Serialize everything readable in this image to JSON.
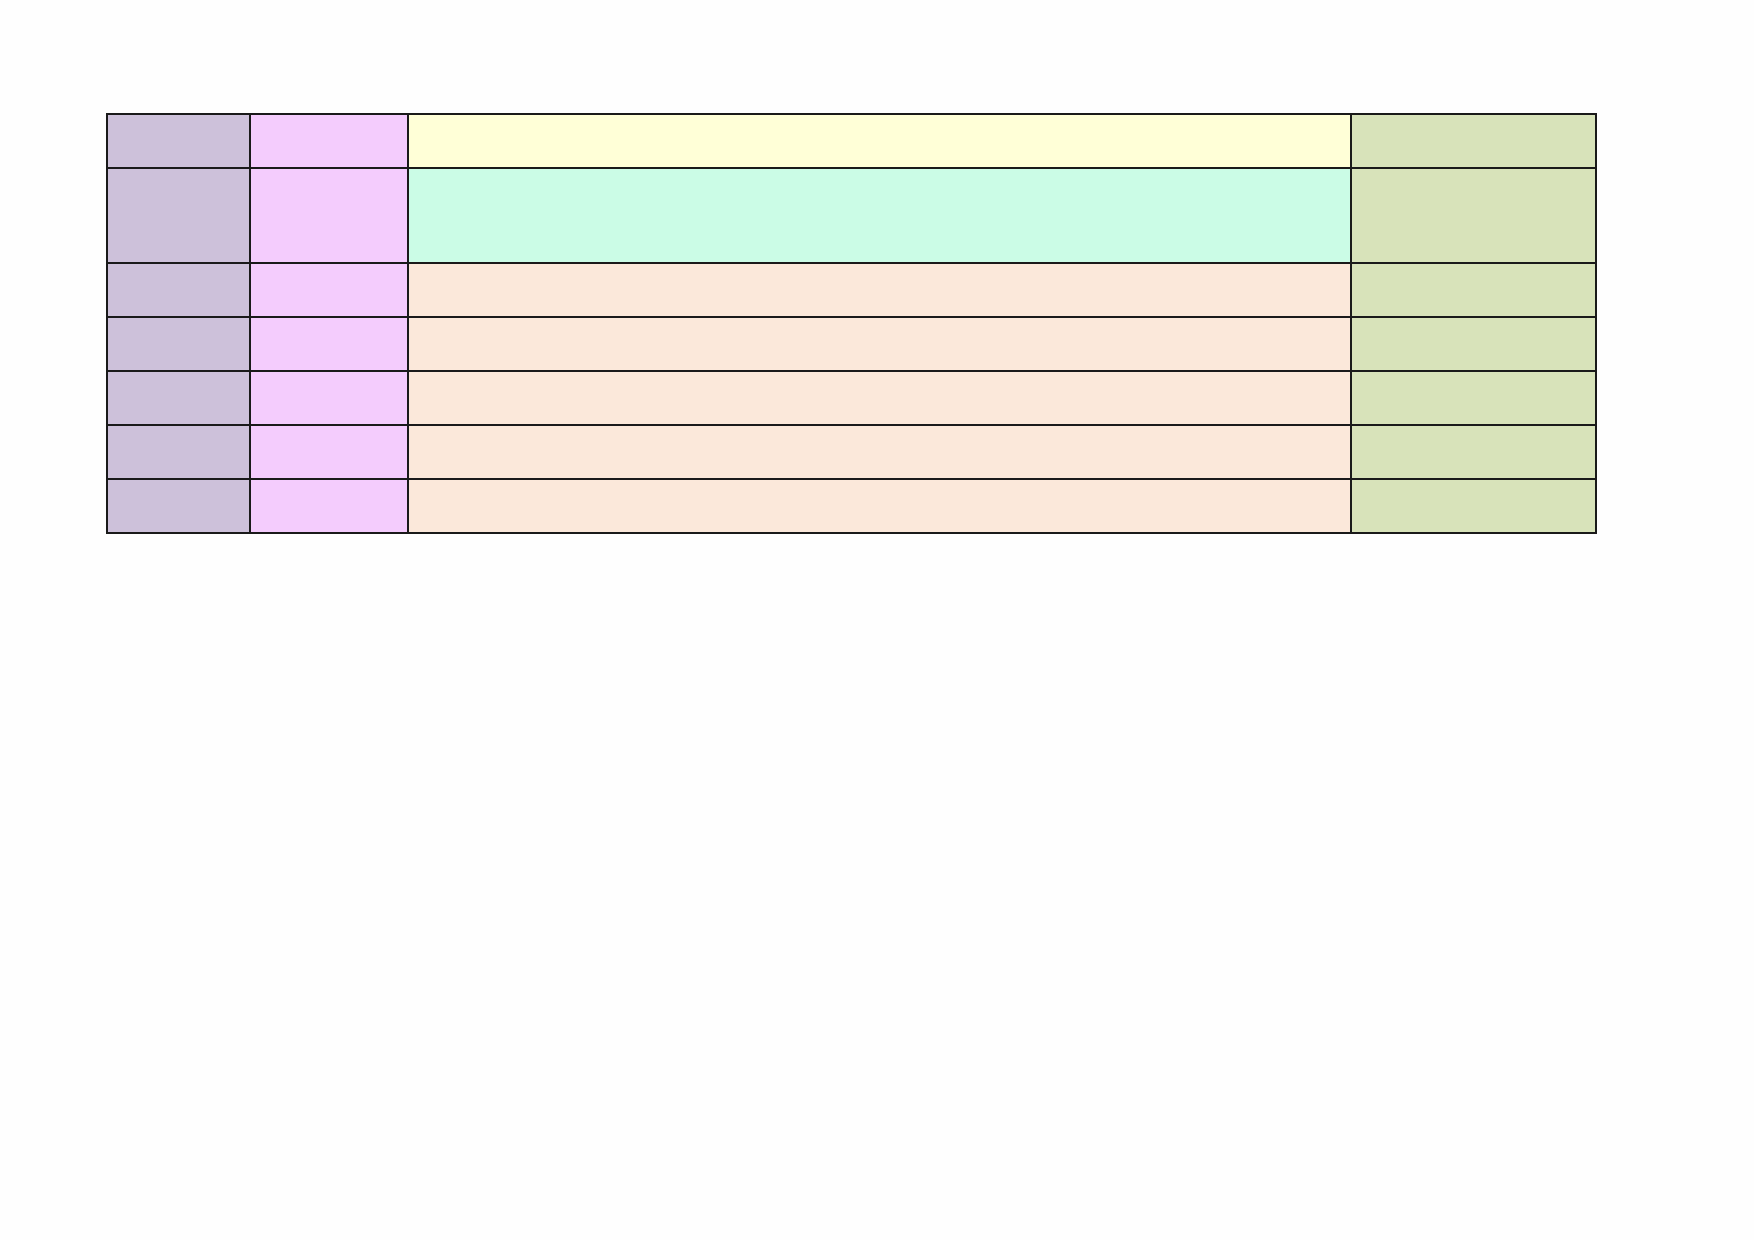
{
  "table": {
    "colors": {
      "col1": "#cdc1da",
      "col2": "#f4ccfd",
      "col3_header": "#ffffd7",
      "col3_subheader": "#cbfce6",
      "col3_body": "#fbe8da",
      "col4": "#d8e3ba",
      "border": "#1a1a1a"
    },
    "rows": [
      {
        "type": "header",
        "cells": [
          "",
          "",
          "",
          ""
        ]
      },
      {
        "type": "subheader",
        "cells": [
          "",
          "",
          "",
          ""
        ]
      },
      {
        "type": "body",
        "cells": [
          "",
          "",
          "",
          ""
        ]
      },
      {
        "type": "body",
        "cells": [
          "",
          "",
          "",
          ""
        ]
      },
      {
        "type": "body",
        "cells": [
          "",
          "",
          "",
          ""
        ]
      },
      {
        "type": "body",
        "cells": [
          "",
          "",
          "",
          ""
        ]
      },
      {
        "type": "body",
        "cells": [
          "",
          "",
          "",
          ""
        ]
      }
    ]
  }
}
